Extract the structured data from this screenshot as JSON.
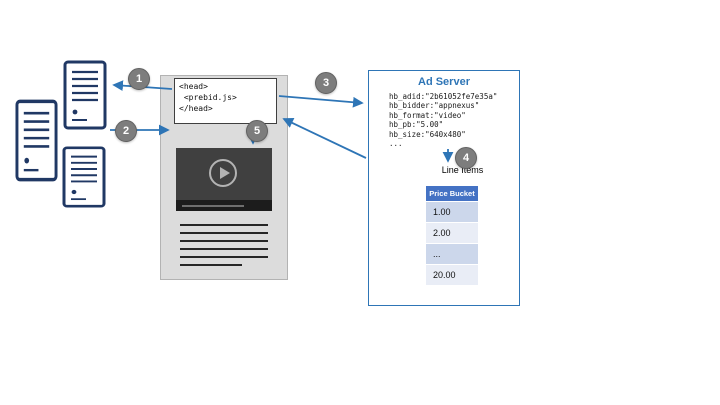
{
  "steps": [
    "1",
    "2",
    "3",
    "4",
    "5"
  ],
  "page": {
    "code_lines": [
      "<head>",
      " <prebid.js>",
      "</head>"
    ]
  },
  "ad_server": {
    "title": "Ad Server",
    "kv_lines": [
      "hb_adid:\"2b61052fe7e35a\"",
      "hb_bidder:\"appnexus\"",
      "hb_format:\"video\"",
      "hb_pb:\"5.00\"",
      "hb_size:\"640x480\"",
      "..."
    ],
    "line_items_label": "Line Items",
    "table": {
      "header": "Price Bucket",
      "rows": [
        "1.00",
        "2.00",
        "...",
        "20.00"
      ]
    }
  },
  "colors": {
    "arrow": "#2e75b6",
    "server_outline": "#203864",
    "step_circle": "#7d7d7d",
    "adserver_border": "#2e75b6",
    "table_header": "#4472c4",
    "row_band_dark": "#ccd7eb",
    "row_band_light": "#e9edf6"
  }
}
